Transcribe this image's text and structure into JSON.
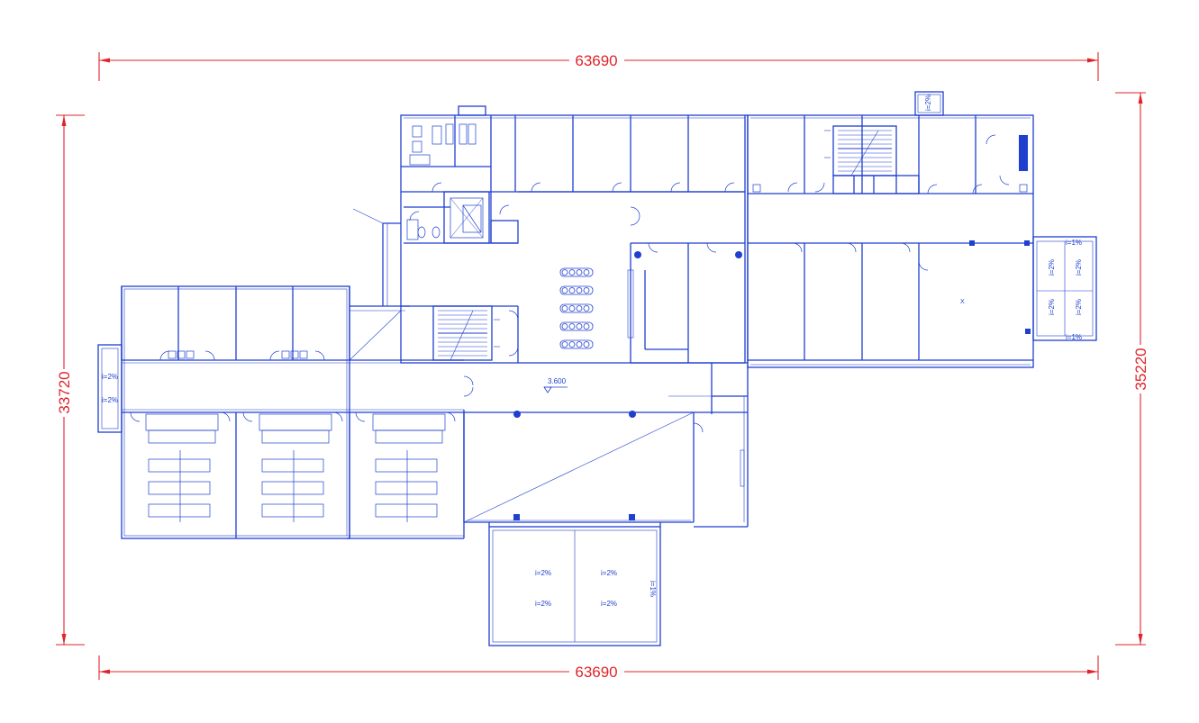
{
  "dimensions": {
    "top": "63690",
    "bottom": "63690",
    "left": "33720",
    "right": "35220"
  },
  "colors": {
    "dimension": "#e0242a",
    "wall": "#1f3fcf",
    "background": "#ffffff"
  },
  "elevation": "3.600",
  "slope_labels": {
    "left_porch_1": "i=2%",
    "left_porch_2": "i=2%",
    "bottom_1": "i=2%",
    "bottom_2": "i=2%",
    "bottom_3": "i=2%",
    "bottom_4": "i=2%",
    "bottom_side": "i=1%",
    "right_1": "i=2%",
    "right_2": "i=2%",
    "right_3": "i=2%",
    "right_4": "i=2%",
    "right_top": "i=1%",
    "right_bottom": "i=1%",
    "top_box": "i=2%"
  },
  "room_labels": {
    "east_large_room": "X"
  },
  "icons": [
    "dimension-arrow-icon",
    "door-swing-icon",
    "stair-icon",
    "column-icon",
    "chair-icon",
    "toilet-icon",
    "elevator-icon",
    "bed-icon"
  ]
}
